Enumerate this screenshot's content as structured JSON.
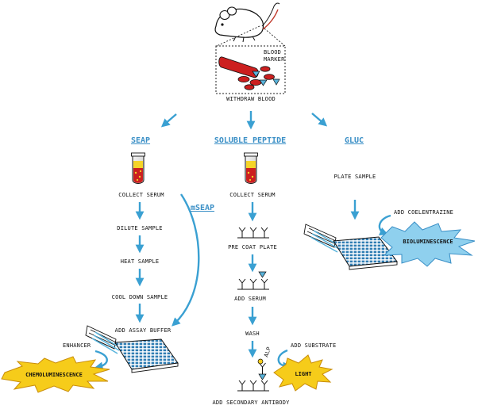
{
  "top": {
    "blood_marker": [
      "BLOOD",
      "MARKER"
    ],
    "withdraw": "WITHDRAW BLOOD"
  },
  "columns": {
    "seap": {
      "heading": "SEAP",
      "steps": [
        "COLLECT SERUM",
        "DILUTE SAMPLE",
        "HEAT SAMPLE",
        "COOL DOWN SAMPLE",
        "ADD ASSAY BUFFER"
      ],
      "side_label": "mSEAP",
      "enhancer": "ENHANCER",
      "result": "CHEMOLUMINESCENCE"
    },
    "soluble": {
      "heading": "SOLUBLE PEPTIDE",
      "steps": [
        "COLLECT SERUM",
        "PRE COAT PLATE",
        "ADD SERUM",
        "WASH",
        "ADD SECONDARY ANTIBODY"
      ],
      "alp": "ALP",
      "substrate": "ADD SUBSTRATE",
      "result": "LIGHT"
    },
    "gluc": {
      "heading": "GLUC",
      "steps": [
        "PLATE SAMPLE"
      ],
      "reagent": "ADD COELENTRAZINE",
      "result": "BIOLUMINESCENCE"
    }
  },
  "colors": {
    "arrow": "#3aa0d2",
    "heading": "#3a8fc6",
    "burst_yellow": "#f6cc1a",
    "burst_blue": "#8fd0ee",
    "blood_red": "#cc1f1f"
  }
}
